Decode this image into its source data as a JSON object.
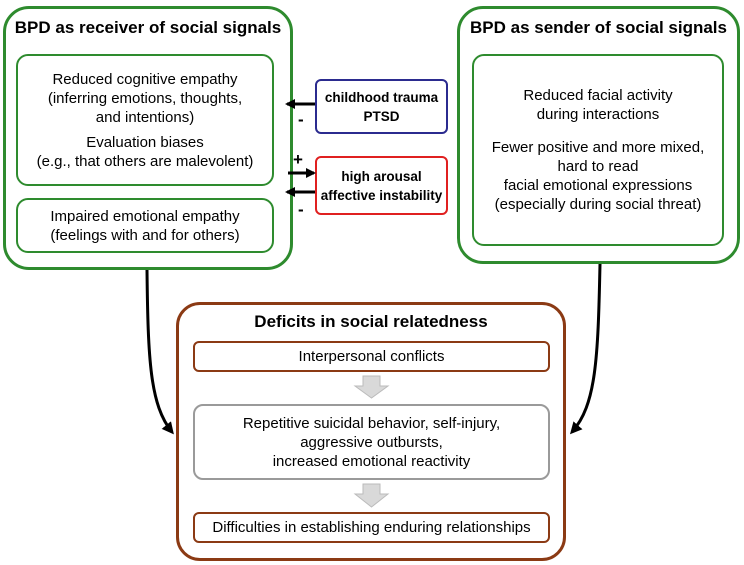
{
  "receiver": {
    "title": "BPD as receiver of social signals",
    "box1_lines": [
      "Reduced cognitive empathy",
      "(inferring emotions, thoughts,",
      "and intentions)"
    ],
    "box1_lines2": [
      "Evaluation biases",
      "(e.g., that others are malevolent)"
    ],
    "box2_lines": [
      "Impaired emotional empathy",
      "(feelings with and for others)"
    ]
  },
  "sender": {
    "title": "BPD as sender of social signals",
    "lines1": [
      "Reduced facial activity",
      "during interactions"
    ],
    "lines2": [
      "Fewer positive and more mixed,",
      "hard to read",
      "facial emotional expressions",
      "(especially during social threat)"
    ]
  },
  "modulators": {
    "trauma": [
      "childhood trauma",
      "PTSD"
    ],
    "arousal": [
      "high arousal",
      "affective instability"
    ],
    "minus1": "-",
    "plus": "+",
    "minus2": "-"
  },
  "deficits": {
    "title": "Deficits in social relatedness",
    "item1": "Interpersonal conflicts",
    "item2": [
      "Repetitive suicidal behavior, self-injury,",
      "aggressive outbursts,",
      "increased emotional reactivity"
    ],
    "item3": "Difficulties in establishing enduring relationships"
  },
  "colors": {
    "green": "#2e8b2e",
    "blue": "#2b2b8f",
    "red": "#e02020",
    "brown": "#8b3a14",
    "gray": "#9a9a9a"
  }
}
